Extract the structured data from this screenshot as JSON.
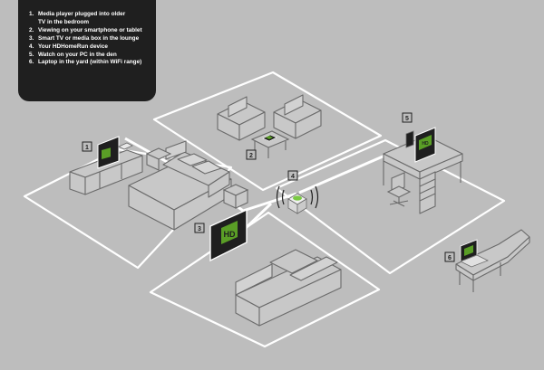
{
  "legend": {
    "items": [
      {
        "num": "1.",
        "text": "Media player plugged into older",
        "text2": "TV in the bedroom"
      },
      {
        "num": "2.",
        "text": "Viewing on your smartphone or tablet"
      },
      {
        "num": "3.",
        "text": "Smart TV or media box in the lounge"
      },
      {
        "num": "4.",
        "text": "Your HDHomeRun device"
      },
      {
        "num": "5.",
        "text": "Watch on your PC in the den"
      },
      {
        "num": "6.",
        "text": "Laptop in the yard (within WiFi range)"
      }
    ]
  },
  "callouts": {
    "c1": "1",
    "c2": "2",
    "c3": "3",
    "c4": "4",
    "c5": "5",
    "c6": "6"
  },
  "screen_logo": "HD",
  "colors": {
    "background": "#bdbdbd",
    "legend_bg": "#1f1f1f",
    "accent_green": "#5a9e26",
    "line": "#ffffff",
    "furniture_fill": "#c8c8c8",
    "furniture_stroke": "#6a6a6a"
  }
}
